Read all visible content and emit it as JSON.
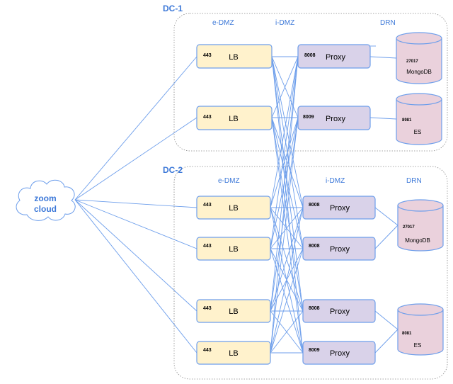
{
  "cloud": {
    "line1": "zoom",
    "line2": "cloud"
  },
  "dc1": {
    "label": "DC-1",
    "zones": {
      "edmz": "e-DMZ",
      "idmz": "i-DMZ",
      "drn": "DRN"
    },
    "lbs": [
      {
        "port": "443",
        "name": "LB"
      },
      {
        "port": "443",
        "name": "LB"
      }
    ],
    "proxies": [
      {
        "port": "8008",
        "name": "Proxy"
      },
      {
        "port": "8009",
        "name": "Proxy"
      }
    ],
    "dbs": [
      {
        "port": "27017",
        "name": "MongoDB"
      },
      {
        "port": "8981",
        "name": "ES"
      }
    ]
  },
  "dc2": {
    "label": "DC-2",
    "zones": {
      "edmz": "e-DMZ",
      "idmz": "i-DMZ",
      "drn": "DRN"
    },
    "lbs": [
      {
        "port": "443",
        "name": "LB"
      },
      {
        "port": "443",
        "name": "LB"
      },
      {
        "port": "443",
        "name": "LB"
      },
      {
        "port": "443",
        "name": "LB"
      }
    ],
    "proxies": [
      {
        "port": "8008",
        "name": "Proxy"
      },
      {
        "port": "8008",
        "name": "Proxy"
      },
      {
        "port": "8008",
        "name": "Proxy"
      },
      {
        "port": "8009",
        "name": "Proxy"
      }
    ],
    "dbs": [
      {
        "port": "27017",
        "name": "MongoDB"
      },
      {
        "port": "8081",
        "name": "ES"
      }
    ]
  },
  "colors": {
    "lb_fill": "#fff2cc",
    "proxy_fill": "#d9d2e9",
    "db_fill": "#ead1dc",
    "line": "#6d9eeb",
    "label": "#3c78d8",
    "region_border": "#888888"
  }
}
